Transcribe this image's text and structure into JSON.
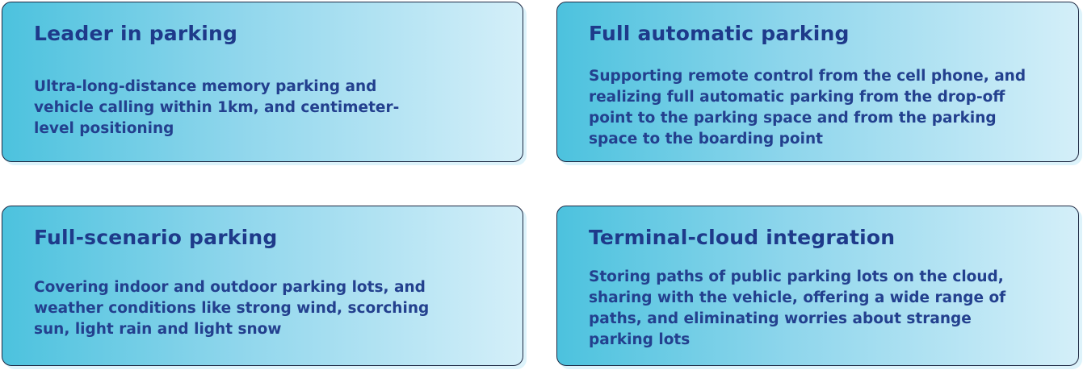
{
  "cards": [
    {
      "title": "Leader in parking",
      "description": "Ultra-long-distance memory parking and vehicle calling within 1km, and centimeter-level positioning"
    },
    {
      "title": "Full automatic parking",
      "description": "Supporting remote control from the cell phone, and realizing full automatic parking from the drop-off point to the parking space and from the parking space to the boarding point"
    },
    {
      "title": "Full-scenario parking",
      "description": "Covering indoor and outdoor parking lots, and weather conditions like strong wind, scorching sun, light rain and light snow"
    },
    {
      "title": "Terminal-cloud integration",
      "description": "Storing paths of public parking lots on the cloud, sharing with the vehicle, offering a wide range of paths, and eliminating worries about strange parking lots"
    }
  ]
}
